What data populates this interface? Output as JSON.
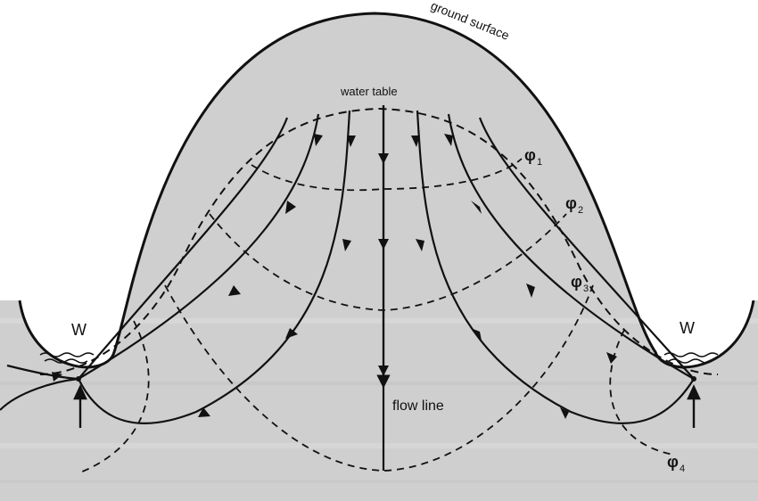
{
  "labels": {
    "ground_surface": "ground surface",
    "water_table": "water table",
    "flow_line": "flow line",
    "well_left": "W",
    "well_right": "W",
    "phi_symbol": "φ",
    "phi_1": "1",
    "phi_2": "2",
    "phi_3": "3",
    "phi_4": "4"
  },
  "colors": {
    "ink": "#111111",
    "soil_fill": "#cfcfcf",
    "background": "#ffffff"
  }
}
